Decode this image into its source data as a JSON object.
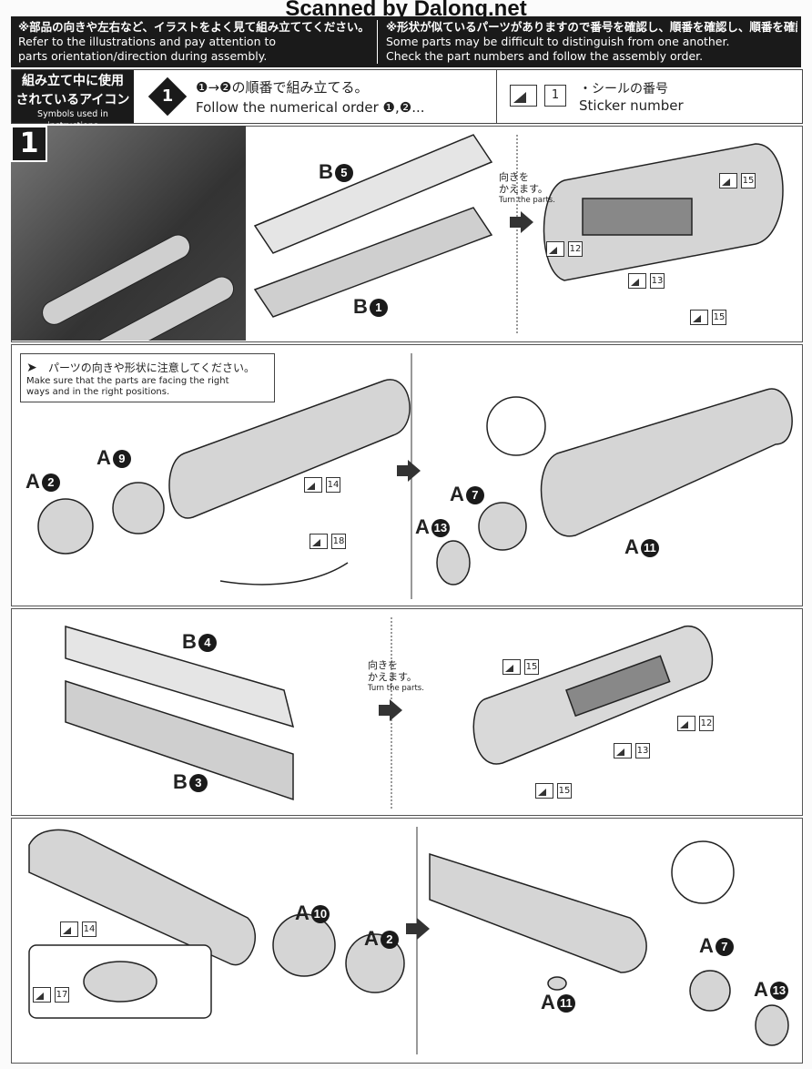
{
  "watermark": "Scanned by Dalong.net",
  "header": {
    "left_jp": "※部品の向きや左右など、イラストをよく見て組み立ててください。",
    "left_en1": "Refer to the illustrations and pay attention to",
    "left_en2": "parts orientation/direction during assembly.",
    "right_jp": "※形状が似ているパーツがありますので番号を確認し、順番を確認し、順番を確認して組み立ててください。",
    "right_en1": "Some parts may be difficult to distinguish from one another.",
    "right_en2": "Check the part numbers and follow the assembly order."
  },
  "icons_bar": {
    "label_jp1": "組み立て中に使用",
    "label_jp2": "されているアイコン",
    "label_en": "Symbols used in instructions",
    "order_num": "1",
    "order_jp": "❶→❷の順番で組み立てる。",
    "order_en": "Follow the numerical order ❶,❷...",
    "sticker_num": "1",
    "sticker_jp": "・シールの番号",
    "sticker_en": "Sticker number"
  },
  "step": {
    "number": "1"
  },
  "panel1": {
    "part_top": "B",
    "part_top_n": "5",
    "part_bottom": "B",
    "part_bottom_n": "1",
    "turn_jp1": "向きを",
    "turn_jp2": "かえます。",
    "turn_en": "Turn the parts.",
    "stickers": [
      "15",
      "12",
      "13",
      "15"
    ]
  },
  "panel2": {
    "notice_jp": "パーツの向きや形状に注意してください。",
    "notice_en1": "Make sure that the parts are facing the right",
    "notice_en2": "ways and in the right positions.",
    "labels": [
      {
        "p": "A",
        "n": "2"
      },
      {
        "p": "A",
        "n": "9"
      },
      {
        "p": "A",
        "n": "7"
      },
      {
        "p": "A",
        "n": "13"
      },
      {
        "p": "A",
        "n": "11"
      }
    ],
    "stickers": [
      "14",
      "18"
    ]
  },
  "panel3": {
    "part_top": "B",
    "part_top_n": "4",
    "part_bottom": "B",
    "part_bottom_n": "3",
    "turn_jp1": "向きを",
    "turn_jp2": "かえます。",
    "turn_en": "Turn the parts.",
    "stickers": [
      "15",
      "12",
      "13",
      "15"
    ]
  },
  "panel4": {
    "labels": [
      {
        "p": "A",
        "n": "10"
      },
      {
        "p": "A",
        "n": "2"
      },
      {
        "p": "A",
        "n": "7"
      },
      {
        "p": "A",
        "n": "13"
      },
      {
        "p": "A",
        "n": "11"
      }
    ],
    "stickers": [
      "14",
      "17"
    ]
  }
}
